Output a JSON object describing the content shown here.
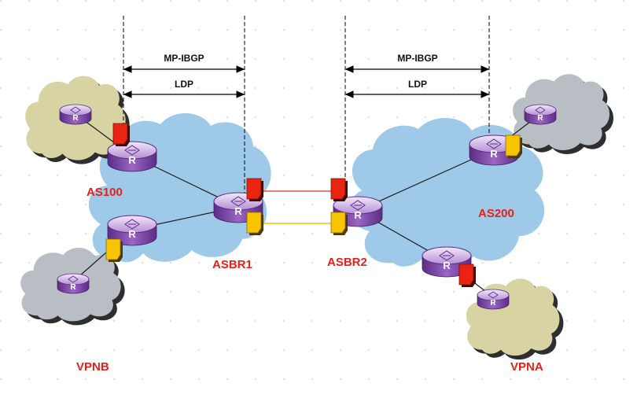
{
  "labels": {
    "as100": "AS100",
    "as200": "AS200",
    "asbr1": "ASBR1",
    "asbr2": "ASBR2",
    "vpnb": "VPNB",
    "vpna": "VPNA",
    "mpibgp_left": "MP-IBGP",
    "ldp_left": "LDP",
    "mpibgp_right": "MP-IBGP",
    "ldp_right": "LDP",
    "router_glyph": "R"
  },
  "colors": {
    "as_cloud": "#9ec9e8",
    "site_cloud_tan": "#d8d3a2",
    "site_cloud_gray": "#b8bec4",
    "router": "#8a55b5",
    "label_red": "#e8201c",
    "tag_red": "#ea2410",
    "tag_yellow": "#f8c400",
    "link_red": "#d9361f",
    "link_yellow": "#f2c200"
  },
  "icons": [
    "router-icon",
    "label-tag-icon",
    "cloud-icon",
    "arrow-icon"
  ]
}
